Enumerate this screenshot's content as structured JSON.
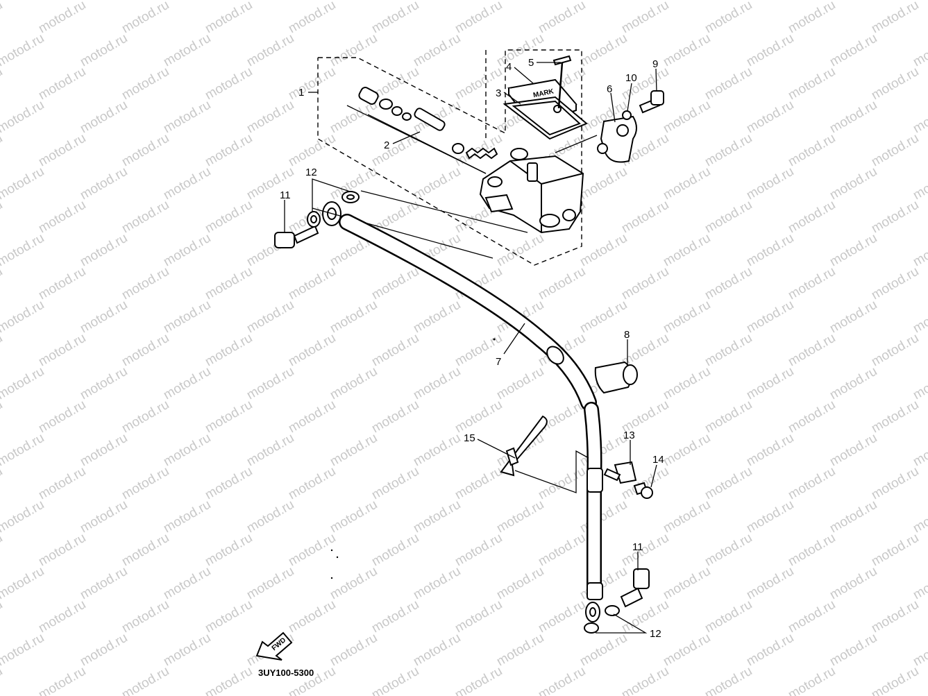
{
  "diagram": {
    "code": "3UY100-5300",
    "watermark_text": "motod.ru",
    "front_arrow_label": "FWD",
    "reservoir_cap_text": "MARK",
    "callouts": [
      "1",
      "2",
      "3",
      "4",
      "5",
      "6",
      "7",
      "8",
      "9",
      "10",
      "11",
      "12",
      "13",
      "14",
      "15",
      "11",
      "12"
    ]
  }
}
